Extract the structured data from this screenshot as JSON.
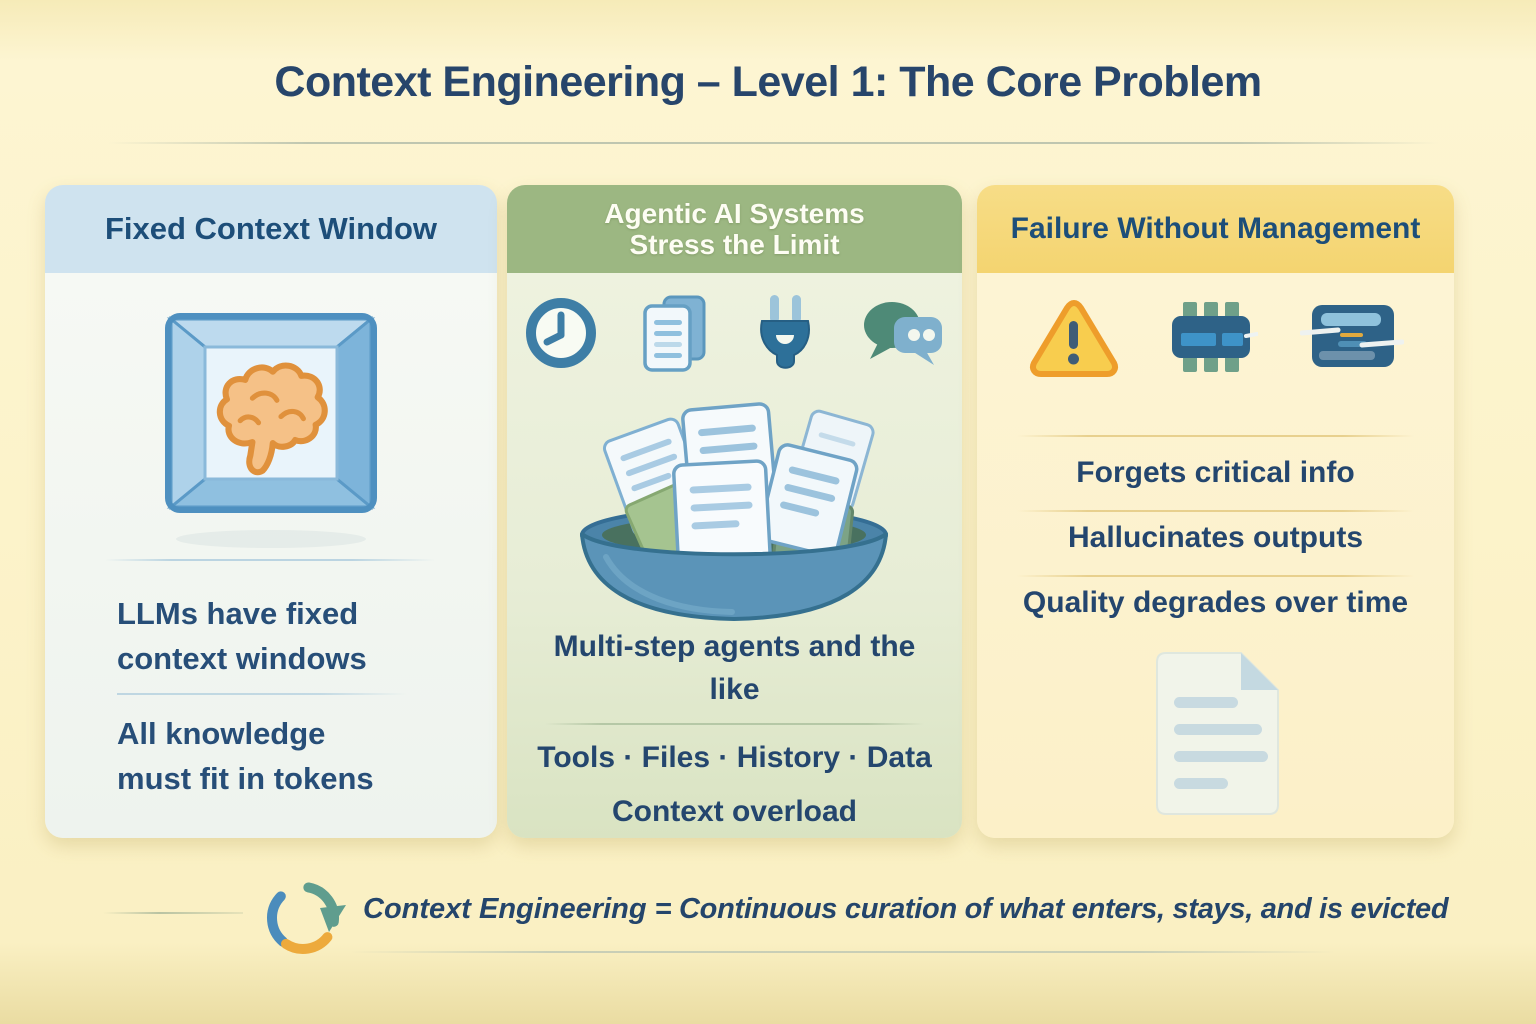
{
  "title": "Context Engineering – Level 1: The Core Problem",
  "colors": {
    "background": "#fcf3ca",
    "navy_text": "#24466e",
    "card1_header_bg": "#cfe3ef",
    "card1_body_bg": "#f4f7f2",
    "card2_header_bg": "#9cb782",
    "card2_body_bg": "#eaf0db",
    "card3_header_bg": "#f5d87a",
    "card3_body_bg": "#fdf3d0",
    "accent_blue": "#3e7ea6",
    "accent_teal": "#4e8a77",
    "accent_orange": "#eda83d",
    "brain_orange": "#f5c187"
  },
  "card1": {
    "header": "Fixed Context Window",
    "icon": "brain-in-box-icon",
    "body1_line1": "LLMs have fixed",
    "body1_line2": "context windows",
    "body2_line1": "All knowledge",
    "body2_line2": "must fit in tokens"
  },
  "card2": {
    "header_line1": "Agentic AI Systems",
    "header_line2": "Stress the Limit",
    "icons": [
      "clock-icon",
      "documents-icon",
      "plug-icon",
      "chat-bubbles-icon",
      "overflowing-basket-icon"
    ],
    "caption_line1": "Multi-step agents and the",
    "caption_line2": "like",
    "list": "Tools · Files · History · Data",
    "overload": "Context overload"
  },
  "card3": {
    "header": "Failure Without Management",
    "icons": [
      "warning-triangle-icon",
      "memory-chip-icon",
      "corrupted-card-icon",
      "faded-document-icon"
    ],
    "failures": [
      "Forgets critical info",
      "Hallucinates outputs",
      "Quality degrades over time"
    ]
  },
  "footer": {
    "icon": "cycle-arrows-icon",
    "term": "Context Engineering",
    "definition": "= Continuous curation of what enters, stays, and is evicted"
  }
}
